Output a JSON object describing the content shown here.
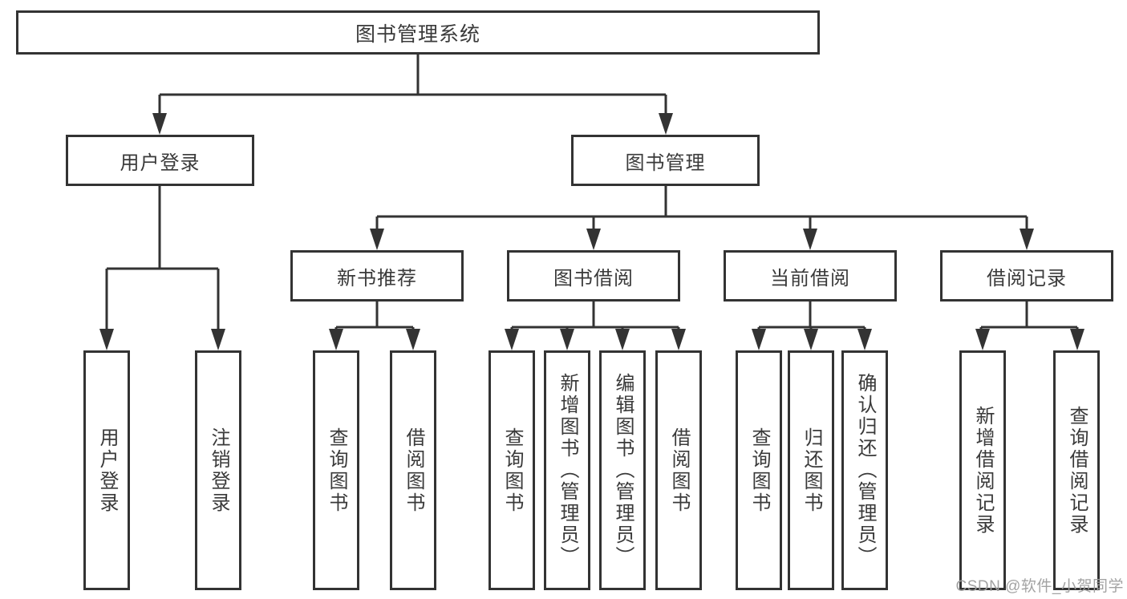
{
  "tree": {
    "label": "图书管理系统",
    "children": [
      {
        "label": "用户登录",
        "children": [
          {
            "label": "用户登录"
          },
          {
            "label": "注销登录"
          }
        ]
      },
      {
        "label": "图书管理",
        "children": [
          {
            "label": "新书推荐",
            "children": [
              {
                "label": "查询图书"
              },
              {
                "label": "借阅图书"
              }
            ]
          },
          {
            "label": "图书借阅",
            "children": [
              {
                "label": "查询图书"
              },
              {
                "label": "新增图书（管理员）"
              },
              {
                "label": "编辑图书（管理员）"
              },
              {
                "label": "借阅图书"
              }
            ]
          },
          {
            "label": "当前借阅",
            "children": [
              {
                "label": "查询图书"
              },
              {
                "label": "归还图书"
              },
              {
                "label": "确认归还（管理员）"
              }
            ]
          },
          {
            "label": "借阅记录",
            "children": [
              {
                "label": "新增借阅记录"
              },
              {
                "label": "查询借阅记录"
              }
            ]
          }
        ]
      }
    ]
  },
  "watermark": {
    "text": "CSDN @软件_小贺同学"
  },
  "colors": {
    "line": "#333333",
    "text": "#3a3a3a",
    "box_background": "#ffffff",
    "watermark_gray": "#9e9e9e",
    "background": "#ffffff"
  }
}
